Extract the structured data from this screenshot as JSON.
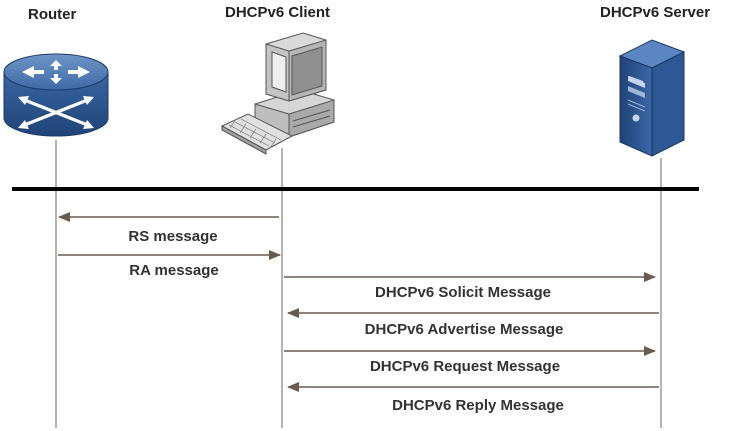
{
  "diagram": {
    "entities": {
      "router": {
        "label": "Router",
        "icon": "router-icon"
      },
      "client": {
        "label": "DHCPv6 Client",
        "icon": "desktop-computer-icon"
      },
      "server": {
        "label": "DHCPv6 Server",
        "icon": "tower-server-icon"
      }
    },
    "messages": [
      {
        "label": "RS message",
        "from": "client",
        "to": "router"
      },
      {
        "label": "RA message",
        "from": "router",
        "to": "client"
      },
      {
        "label": "DHCPv6 Solicit Message",
        "from": "client",
        "to": "server"
      },
      {
        "label": "DHCPv6 Advertise Message",
        "from": "server",
        "to": "client"
      },
      {
        "label": "DHCPv6 Request Message",
        "from": "client",
        "to": "server"
      },
      {
        "label": "DHCPv6 Reply Message",
        "from": "server",
        "to": "client"
      }
    ],
    "colors": {
      "lifeline": "#8a8a8a",
      "arrow": "#6b5a4e",
      "bus": "#000000",
      "router_body": "#2f5b94",
      "server_body": "#2a4f86"
    }
  }
}
